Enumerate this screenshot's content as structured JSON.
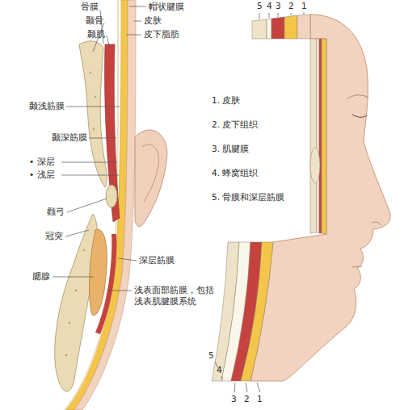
{
  "diagram": {
    "labels": [
      "骨膜",
      "帽状腱膜",
      "颞骨",
      "皮肤",
      "颞肌",
      "皮下脂肪",
      "颞浅筋膜",
      "颞深筋膜",
      "• 深层",
      "• 浅层",
      "颧弓",
      "冠突",
      "深层筋膜",
      "腮腺",
      "浅表面部筋膜，包括 浅表肌腱膜系统",
      "5",
      "4",
      "3",
      "2",
      "1",
      "1. 皮肤",
      "2. 皮下组织",
      "3. 肌腱膜",
      "4. 蜂窝组织",
      "5. 骨膜和深层筋膜",
      "5",
      "4",
      "3",
      "2",
      "1"
    ]
  }
}
